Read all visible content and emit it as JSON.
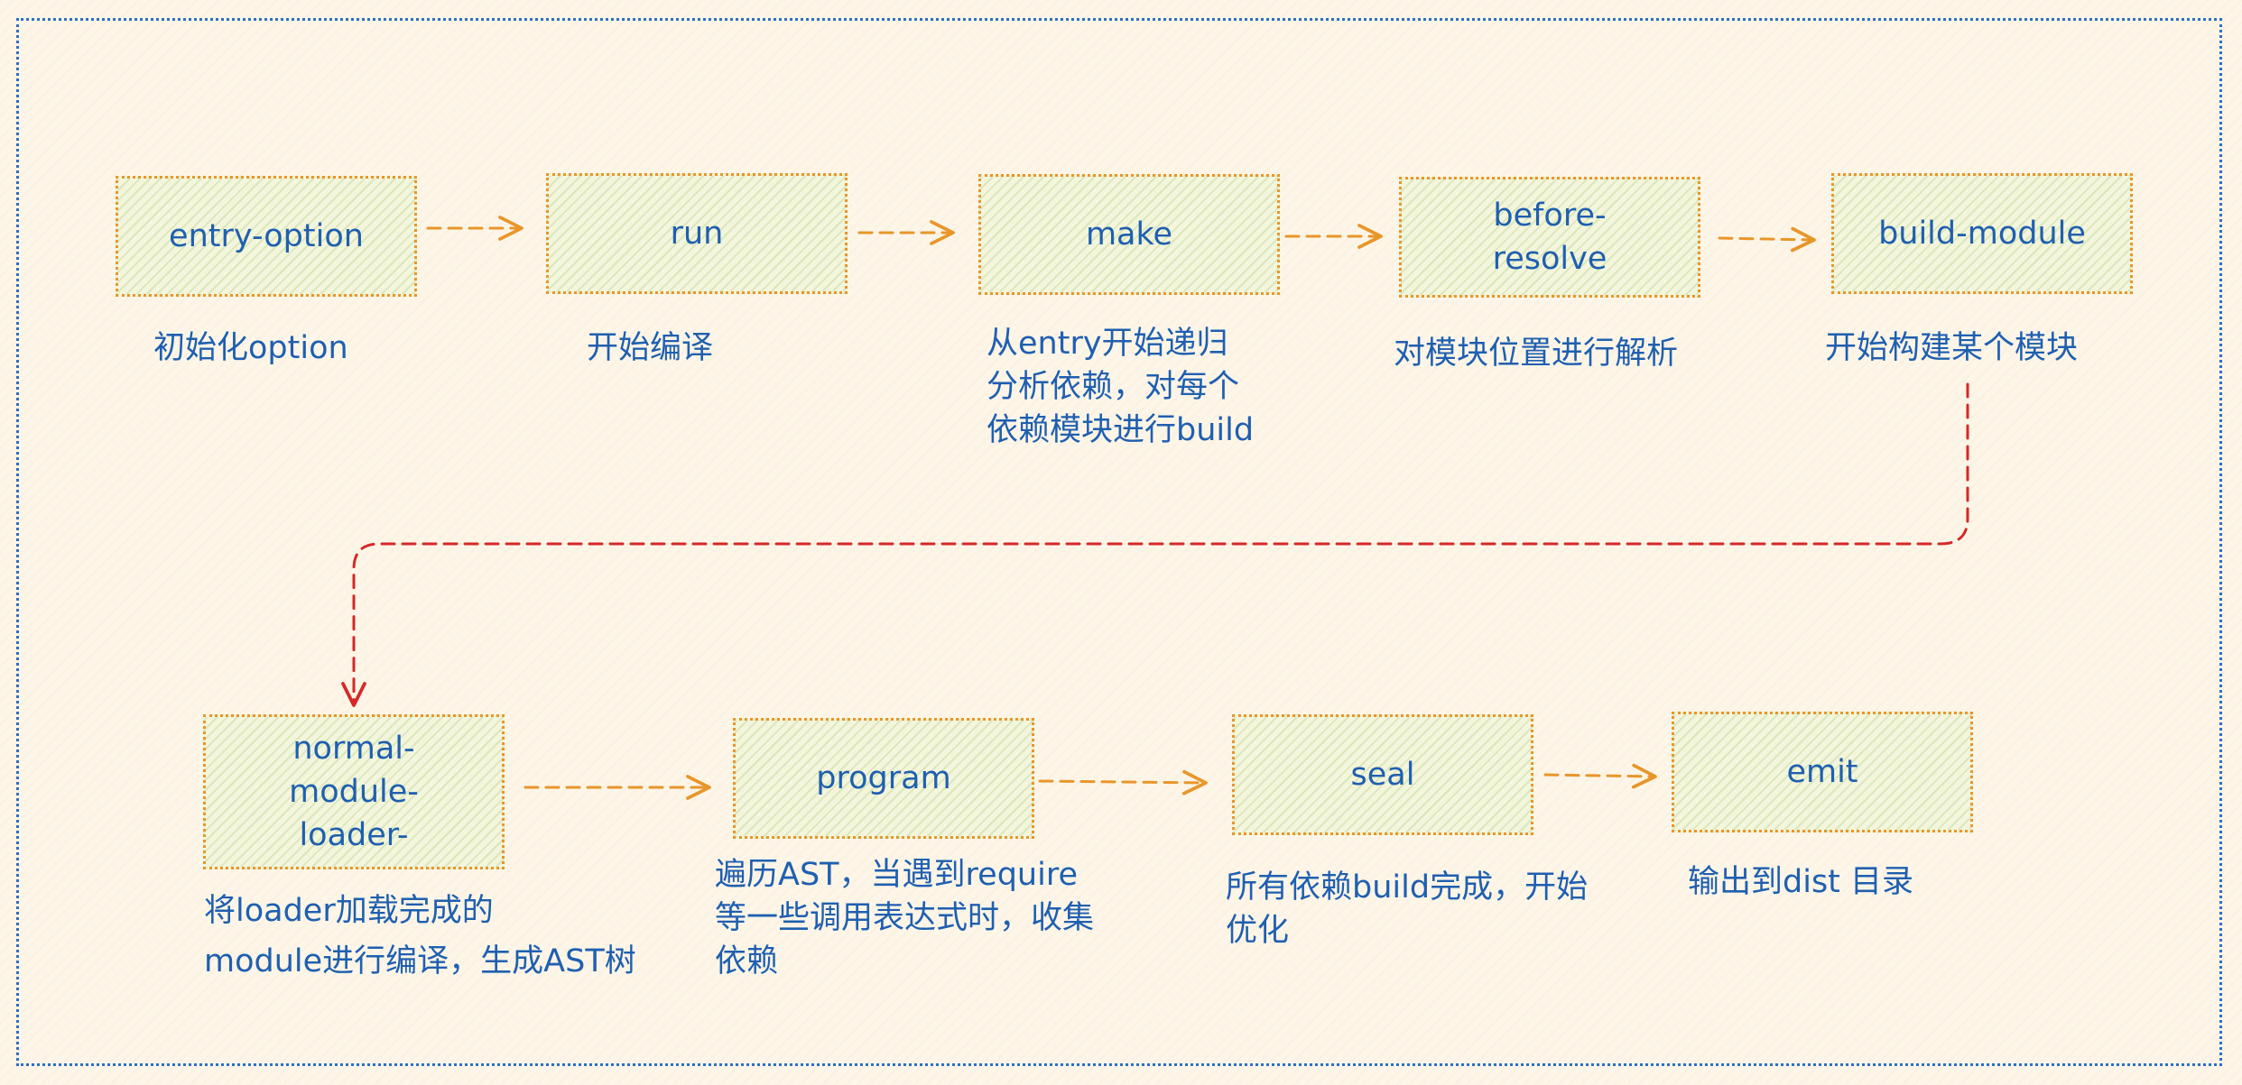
{
  "nodes": [
    {
      "label": "entry-option",
      "note": [
        "初始化option"
      ]
    },
    {
      "label": "run",
      "note": [
        "开始编译"
      ]
    },
    {
      "label": "make",
      "note": [
        "从entry开始递归",
        "分析依赖，对每个",
        "依赖模块进行build"
      ]
    },
    {
      "label": "before-resolve",
      "note": [
        "对模块位置进行解析"
      ]
    },
    {
      "label": "build-module",
      "note": [
        "开始构建某个模块"
      ]
    },
    {
      "label": "normal-module-loader-",
      "note": [
        "将loader加载完成的",
        "module进行编译，生成AST树"
      ]
    },
    {
      "label": "program",
      "note": [
        "遍历AST，当遇到require",
        "等一些调用表达式时，收集",
        "依赖"
      ]
    },
    {
      "label": "seal",
      "note": [
        "所有依赖build完成，开始",
        "优化"
      ]
    },
    {
      "label": "emit",
      "note": [
        "输出到dist 目录"
      ]
    }
  ],
  "colors": {
    "frame": "#2f6fc4",
    "node_border": "#e8962a",
    "node_fill": "#f3f5dc",
    "text": "#1f5fb0",
    "arrow": "#e8962a",
    "connector": "#d62828"
  }
}
